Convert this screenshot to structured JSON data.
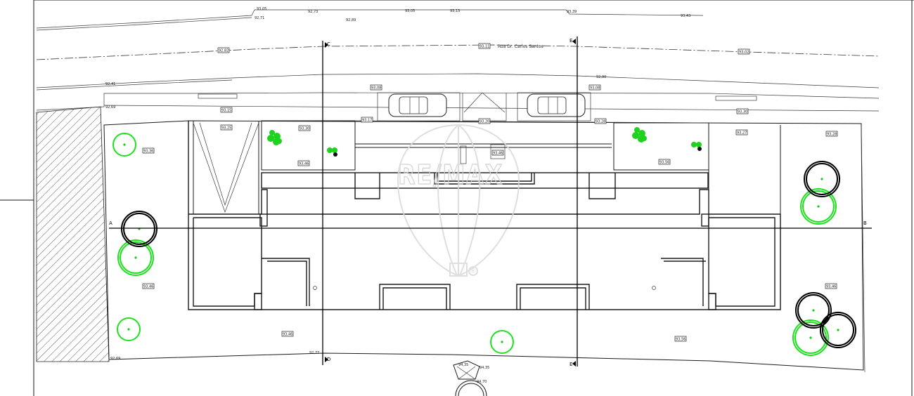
{
  "street_name": "Rua Dr. Carlos Santos",
  "section_labels": {
    "a": "A",
    "b": "B",
    "c_top": "C",
    "c_bottom": "D",
    "d_top": "E",
    "d_bottom": "E"
  },
  "watermark": "RE/MAX",
  "watermark_mark": "®",
  "elevations": {
    "e1": "93,05",
    "e2": "92,71",
    "e3": "92,89",
    "e4": "93,05",
    "e5": "93,13",
    "e6": "93,39",
    "e7": "93,43",
    "e8": "92,41",
    "e9": "92,69",
    "e10": "92,90",
    "e11": "92,77",
    "e12": "92,69",
    "e13": "92,73",
    "e14": "94,35",
    "e15": "94,35",
    "e16": "94,70"
  },
  "level_tags": {
    "t1": "92,82",
    "t2": "93,11",
    "t3": "93,02",
    "t4": "93,08",
    "t5": "93,08",
    "t6": "93,15",
    "t7": "93,30",
    "t8": "93,17",
    "t9": "93,20",
    "t10": "93,28",
    "t11": "93,25",
    "t12": "93,30",
    "t13": "93,27",
    "t14": "93,28",
    "t15": "93,36",
    "t16": "93,46",
    "t17": "93,46",
    "t18": "93,56",
    "t19": "93,46",
    "t20": "93,46",
    "t21": "93,46",
    "t22": "93,56"
  },
  "colors": {
    "tree_existing": "#1ee21e",
    "tree_proposed": "#000000",
    "watermark": "#d2d2d2"
  }
}
